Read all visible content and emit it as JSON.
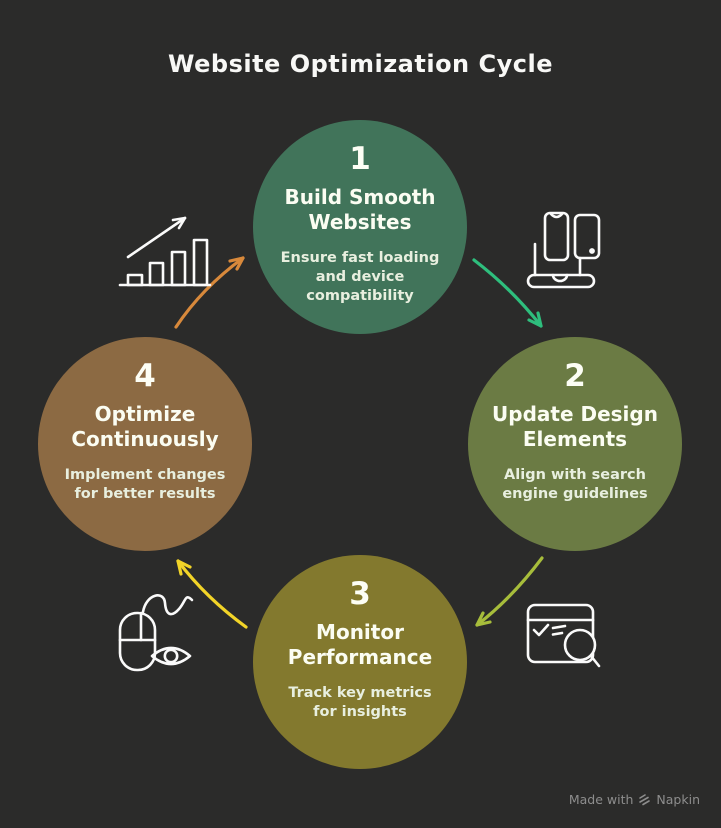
{
  "title": "Website Optimization Cycle",
  "steps": [
    {
      "number": "1",
      "title": "Build Smooth Websites",
      "description": "Ensure fast loading and device compatibility",
      "color": "#41745A"
    },
    {
      "number": "2",
      "title": "Update Design Elements",
      "description": "Align with search engine guidelines",
      "color": "#6B7B44"
    },
    {
      "number": "3",
      "title": "Monitor Performance",
      "description": "Track key metrics for insights",
      "color": "#83792E"
    },
    {
      "number": "4",
      "title": "Optimize Continuously",
      "description": "Implement changes for better results",
      "color": "#8C6A43"
    }
  ],
  "arrows": [
    {
      "name": "arrow-step1-to-step2",
      "color": "#2EBE7D"
    },
    {
      "name": "arrow-step2-to-step3",
      "color": "#A7BD3B"
    },
    {
      "name": "arrow-step3-to-step4",
      "color": "#F2D428"
    },
    {
      "name": "arrow-step4-to-step1",
      "color": "#D8893B"
    }
  ],
  "icons": {
    "stroke_color": "#FAFAFA",
    "growth": "growth-bar-chart-icon",
    "devices": "laptop-and-mobile-devices-icon",
    "audit": "browser-checklist-search-icon",
    "tracking": "mouse-and-eye-tracking-icon"
  },
  "watermark": {
    "prefix": "Made with",
    "brand": "Napkin",
    "color": "#8D8D8D"
  }
}
